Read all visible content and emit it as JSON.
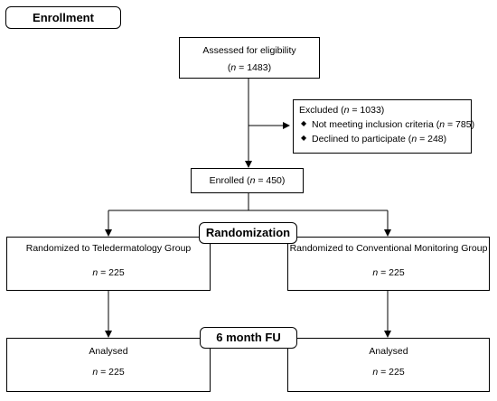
{
  "enrollment_label": "Enrollment",
  "assessed": {
    "label": "Assessed for eligibility",
    "n_prefix": "n",
    "n_value": " = 1483"
  },
  "excluded": {
    "label": "Excluded (",
    "n_prefix": "n",
    "n_value": " = 1033)",
    "items": [
      {
        "text": "Not meeting inclusion criteria (",
        "n_prefix": "n",
        "n_value": " = 785)"
      },
      {
        "text": "Declined to participate (",
        "n_prefix": "n",
        "n_value": " = 248)"
      }
    ],
    "bullet_icon": "diamond-bullet"
  },
  "enrolled": {
    "label": "Enrolled (",
    "n_prefix": "n",
    "n_value": " = 450)"
  },
  "randomization_label": "Randomization",
  "group_left": {
    "label": "Randomized to Teledermatology Group",
    "n_prefix": "n",
    "n_value": " = 225"
  },
  "group_right": {
    "label": "Randomized to Conventional Monitoring Group",
    "n_prefix": "n",
    "n_value": " = 225"
  },
  "followup_label": "6 month FU",
  "analysed_left": {
    "label": "Analysed",
    "n_prefix": "n",
    "n_value": " = 225"
  },
  "analysed_right": {
    "label": "Analysed",
    "n_prefix": "n",
    "n_value": " = 225"
  }
}
